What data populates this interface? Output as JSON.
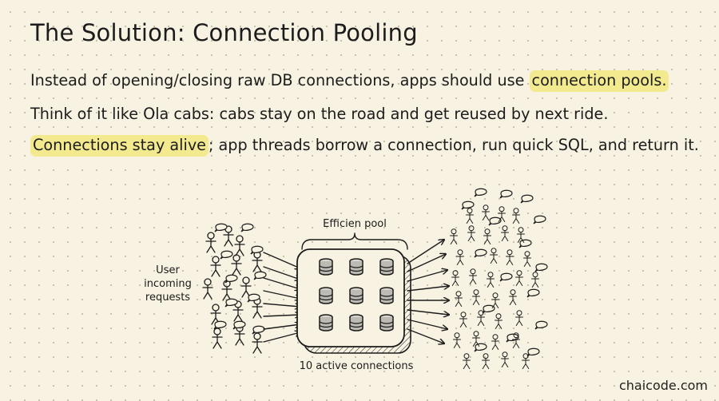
{
  "title": "The Solution: Connection Pooling",
  "lines": {
    "l1_pre": "Instead of opening/closing raw DB connections, apps should use ",
    "l1_hl": "connection pools.",
    "l2": "Think of it like Ola cabs: cabs stay on the road and get reused by next ride.",
    "l3_hl": "Connections stay alive",
    "l3_post": "; app threads borrow a connection, run quick SQL, and return it."
  },
  "diagram": {
    "pool_label": "Efficien pool",
    "left_label": [
      "User",
      "incoming",
      "requests"
    ],
    "bottom_label": "10 active connections"
  },
  "colors": {
    "highlight": "#f3ea8f",
    "background": "#f7f2e1"
  },
  "brand": "chaicode.com"
}
